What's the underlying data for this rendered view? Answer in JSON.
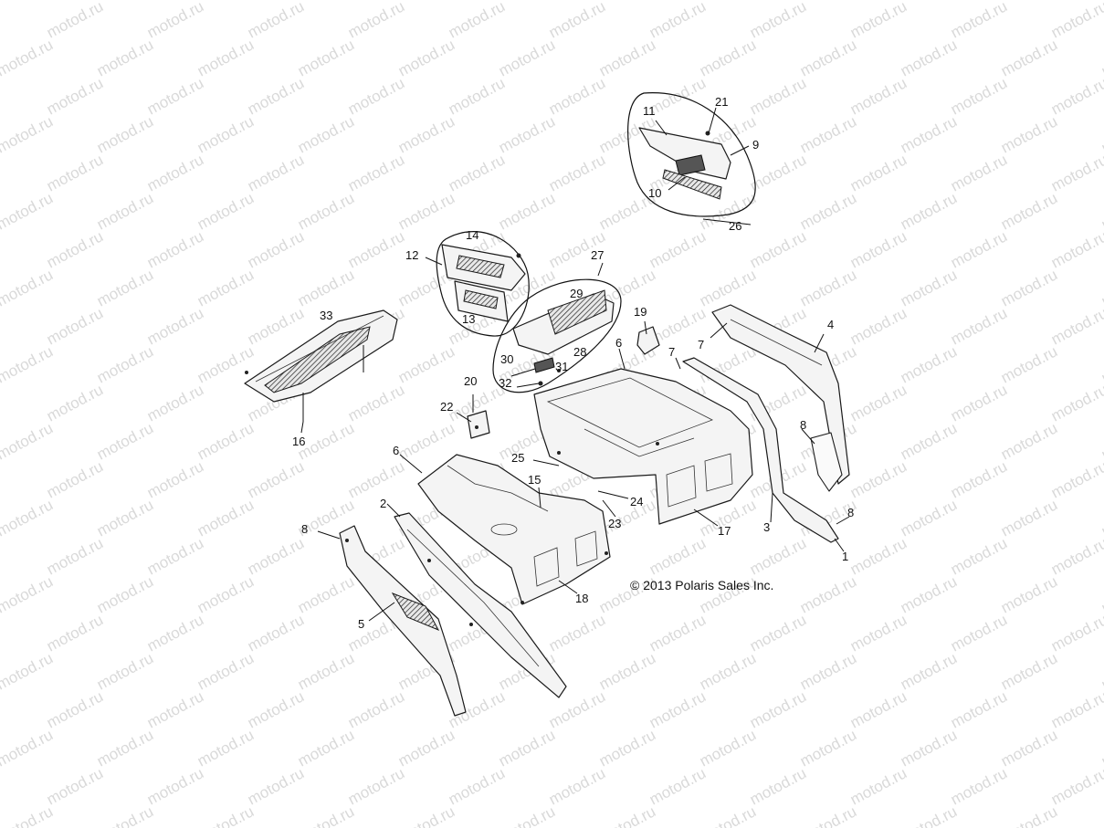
{
  "watermark": "motod.ru",
  "copyright": "© 2013 Polaris Sales Inc.",
  "callouts": {
    "c1": "1",
    "c2": "2",
    "c3": "3",
    "c4": "4",
    "c5": "5",
    "c6a": "6",
    "c6b": "6",
    "c7a": "7",
    "c7b": "7",
    "c8a": "8",
    "c8b": "8",
    "c8c": "8",
    "c9": "9",
    "c10": "10",
    "c11": "11",
    "c12": "12",
    "c13": "13",
    "c14": "14",
    "c15": "15",
    "c16": "16",
    "c17": "17",
    "c18": "18",
    "c19": "19",
    "c20": "20",
    "c21": "21",
    "c22": "22",
    "c23": "23",
    "c24": "24",
    "c25": "25",
    "c26": "26",
    "c27": "27",
    "c28": "28",
    "c29": "29",
    "c30": "30",
    "c31": "31",
    "c32": "32",
    "c33": "33"
  }
}
